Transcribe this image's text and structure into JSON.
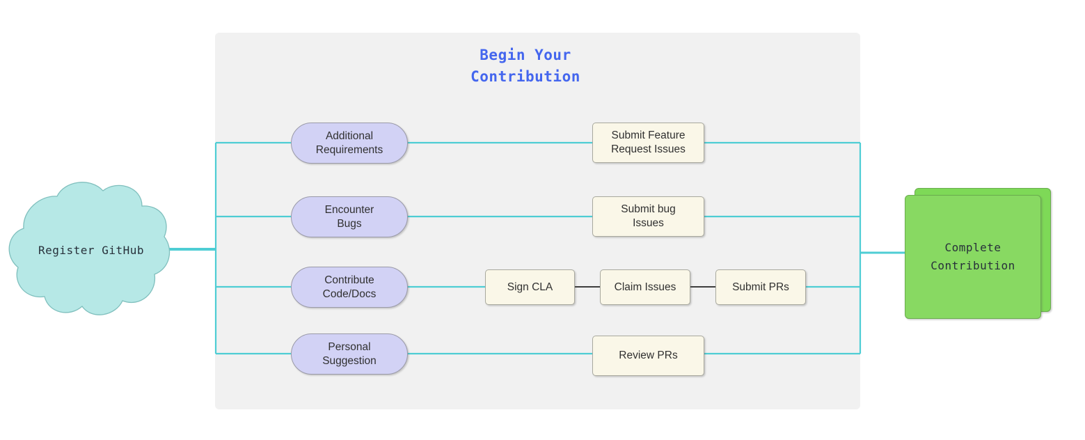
{
  "diagram": {
    "title": "Begin Your\nContribution",
    "title_color": "#4466ee",
    "panel_color": "#f1f1f1",
    "wire_color": "#4ecdd4",
    "dark_wire_color": "#3d3d3d"
  },
  "start": {
    "label": "Register GitHub",
    "shape": "cloud",
    "fill": "#b6e8e6"
  },
  "branches": [
    {
      "trigger": "Additional\nRequirements",
      "action": "Submit Feature\nRequest Issues"
    },
    {
      "trigger": "Encounter\nBugs",
      "action": "Submit bug\nIssues"
    },
    {
      "trigger": "Contribute\nCode/Docs",
      "action": "Sign CLA",
      "step2": "Claim Issues",
      "step3": "Submit PRs"
    },
    {
      "trigger": "Personal\nSuggestion",
      "action": "Review PRs"
    }
  ],
  "end": {
    "label": "Complete\nContribution",
    "shape": "stacked-rectangle",
    "fill": "#88d962"
  }
}
